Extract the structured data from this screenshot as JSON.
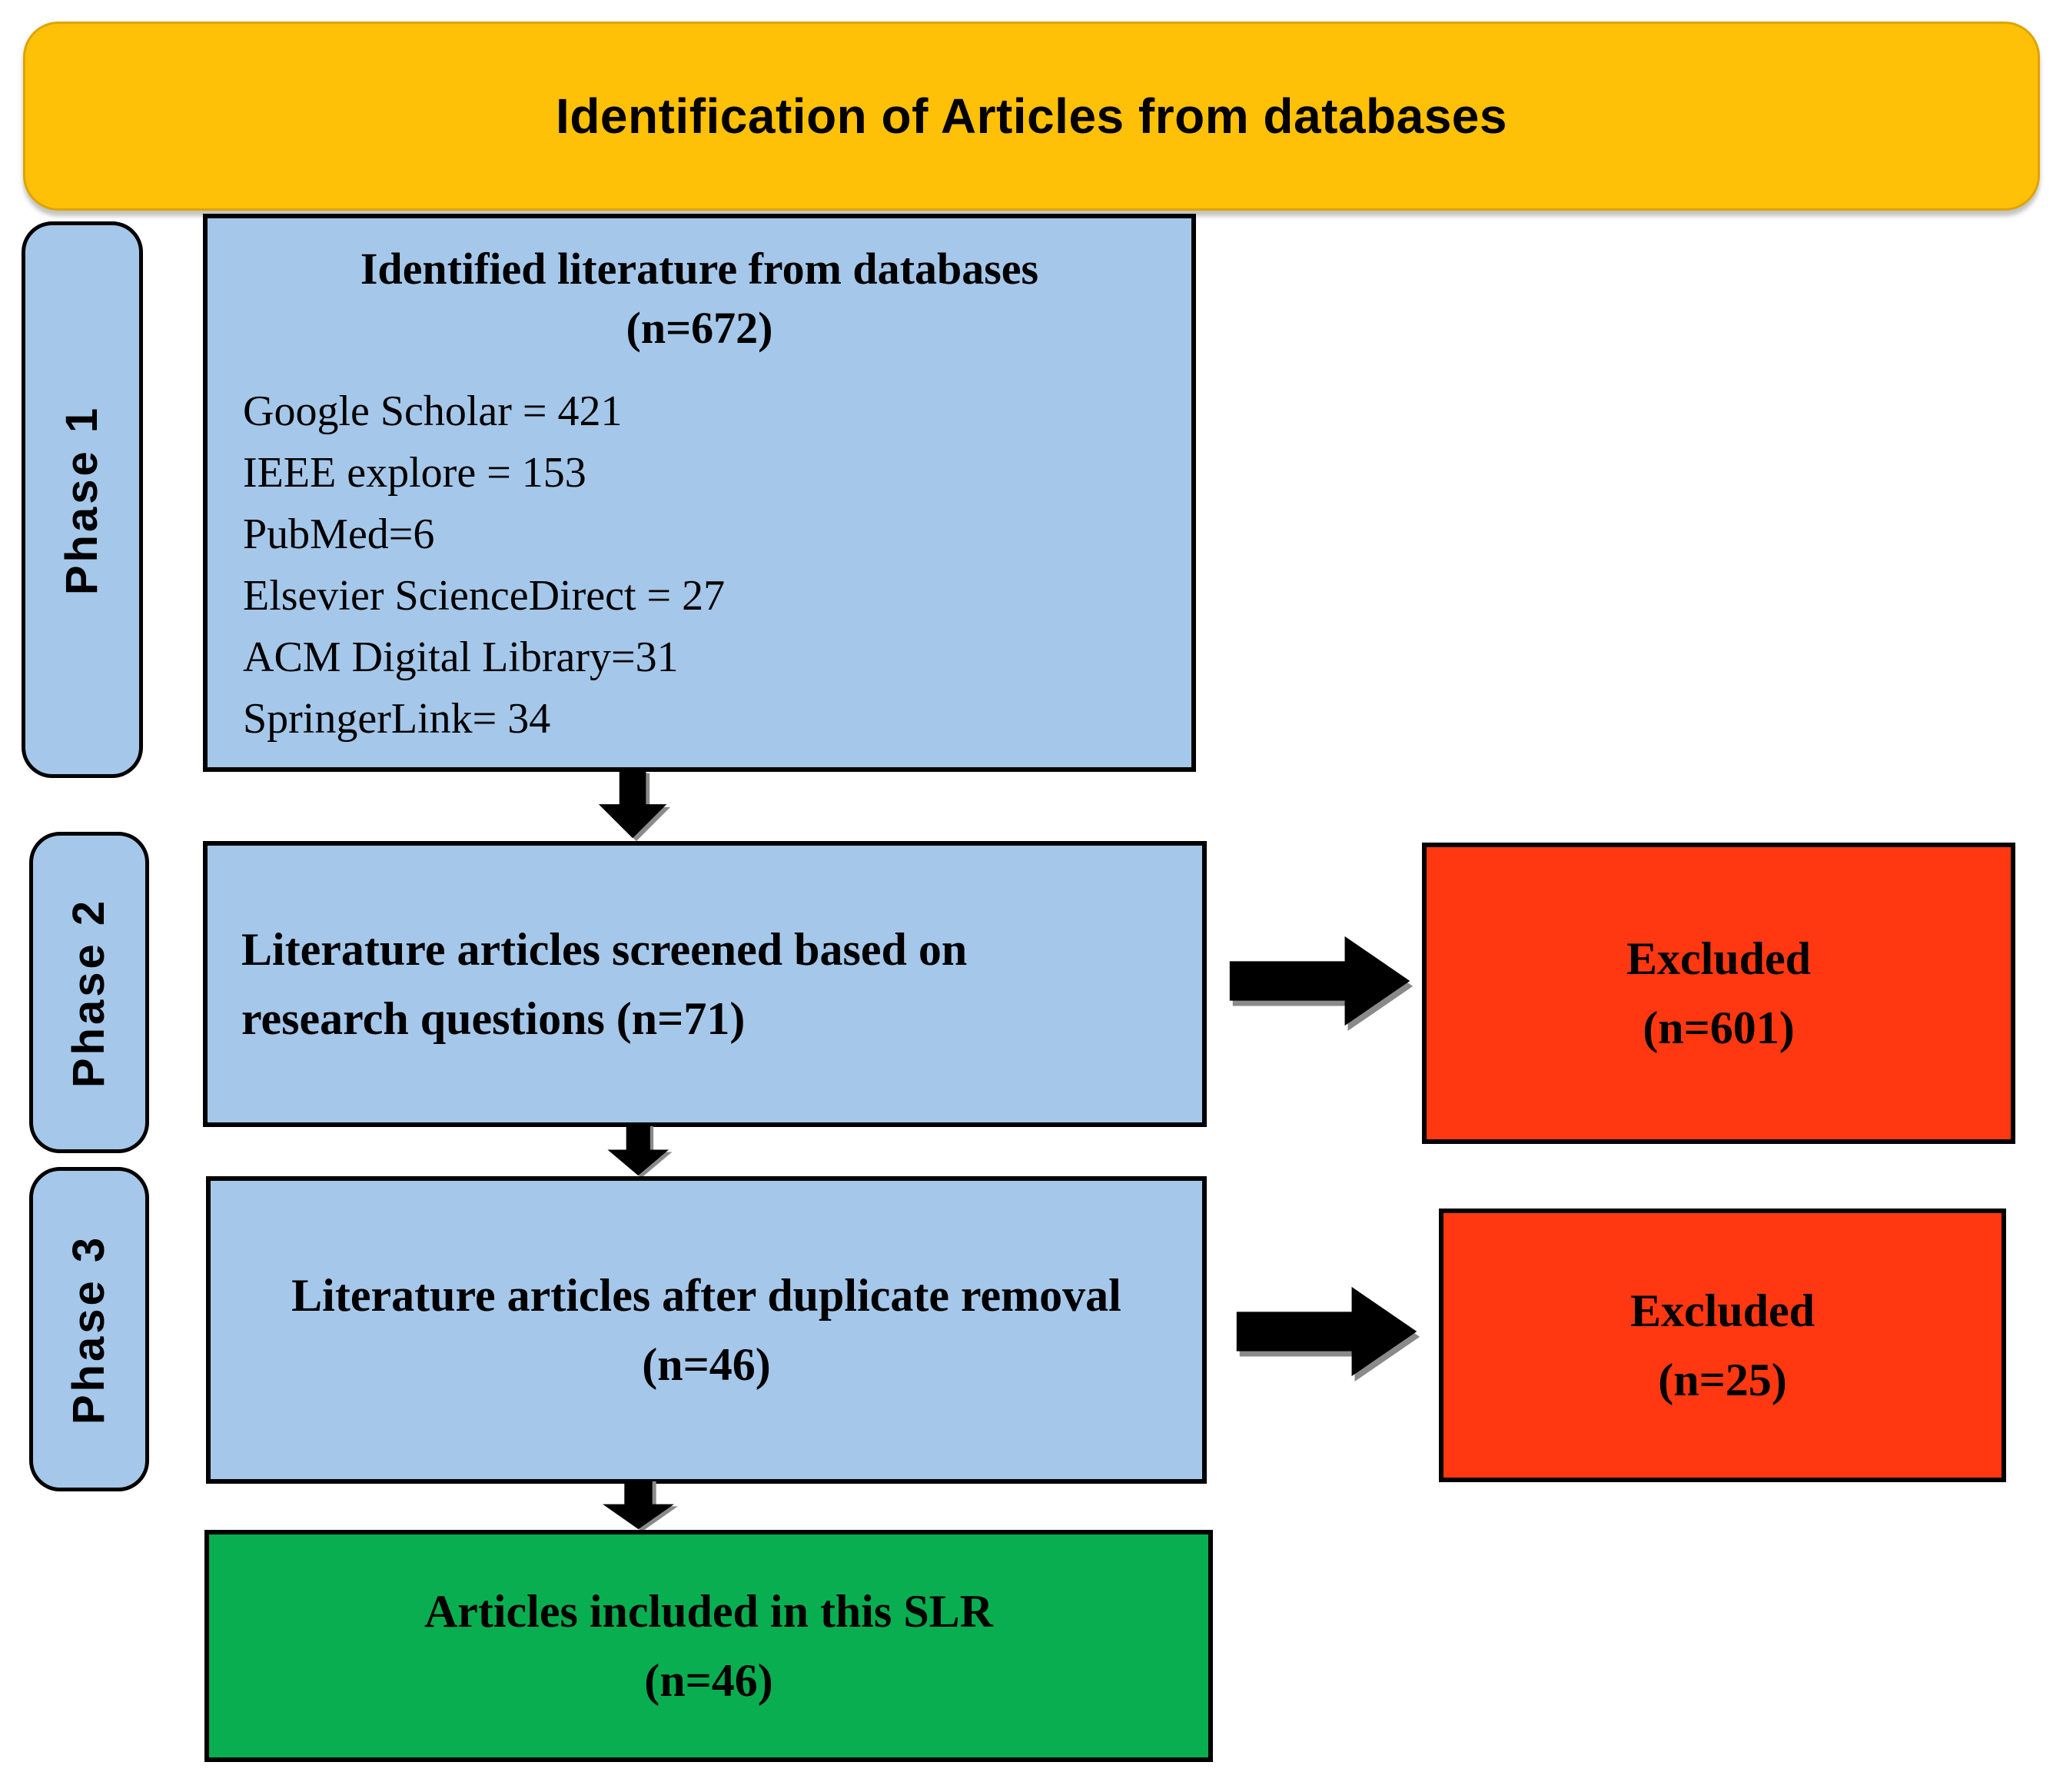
{
  "banner": {
    "title": "Identification of Articles from databases"
  },
  "sidebars": [
    {
      "label": "Phase 1"
    },
    {
      "label": "Phase 2"
    },
    {
      "label": "Phase 3"
    }
  ],
  "boxes": {
    "identified": {
      "title_line1": "Identified literature from databases",
      "title_line2": "(n=672)",
      "sources": [
        "Google Scholar = 421",
        "IEEE explore = 153",
        "PubMed=6",
        "Elsevier ScienceDirect = 27",
        "ACM Digital Library=31",
        "SpringerLink= 34"
      ]
    },
    "screened": {
      "line1": "Literature articles screened based on",
      "line2": "research questions (n=71)"
    },
    "duplicate_removal": {
      "line1": "Literature articles after duplicate removal",
      "line2": "(n=46)"
    },
    "excluded_screening": {
      "line1": "Excluded",
      "line2": "(n=601)"
    },
    "excluded_duplicates": {
      "line1": "Excluded",
      "line2": "(n=25)"
    },
    "included": {
      "line1": "Articles included in this SLR",
      "line2": "(n=46)"
    }
  },
  "colors": {
    "banner_fill": "#FFC008",
    "phase_fill": "#A5C7E9",
    "excluded_fill": "#FF3812",
    "included_fill": "#09AE50"
  }
}
